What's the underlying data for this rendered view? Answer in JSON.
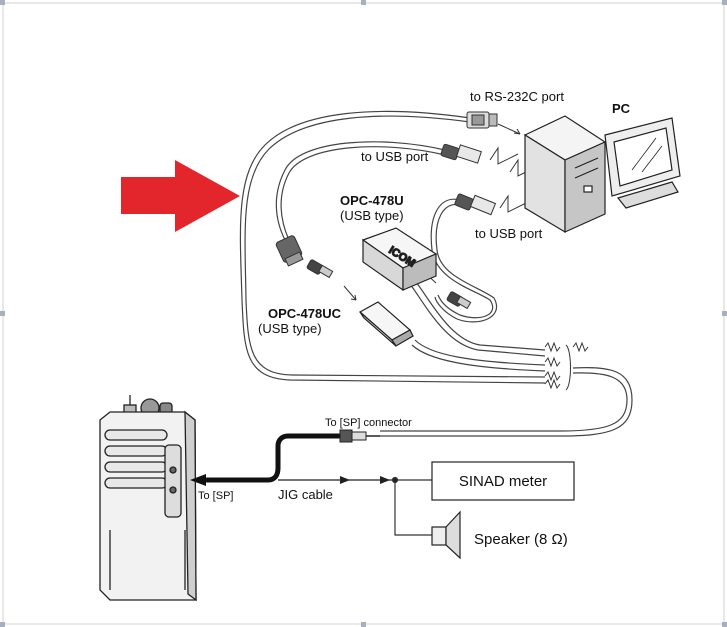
{
  "labels": {
    "rs232": "to RS-232C port",
    "pc": "PC",
    "usb_port_1": "to USB port",
    "usb_port_2": "to USB port",
    "opc478u_name": "OPC-478U",
    "opc478u_type": "(USB type)",
    "opc478uc_name": "OPC-478UC",
    "opc478uc_type": "(USB type)",
    "sp_connector": "To [SP] connector",
    "to_sp": "To [SP]",
    "jig_cable": "JIG cable",
    "sinad_meter": "SINAD meter",
    "speaker": "Speaker (8 Ω)",
    "icom_logo": "ICOM"
  },
  "colors": {
    "arrow": "#e3262b",
    "line": "#333333",
    "frame": "#cccccc"
  }
}
